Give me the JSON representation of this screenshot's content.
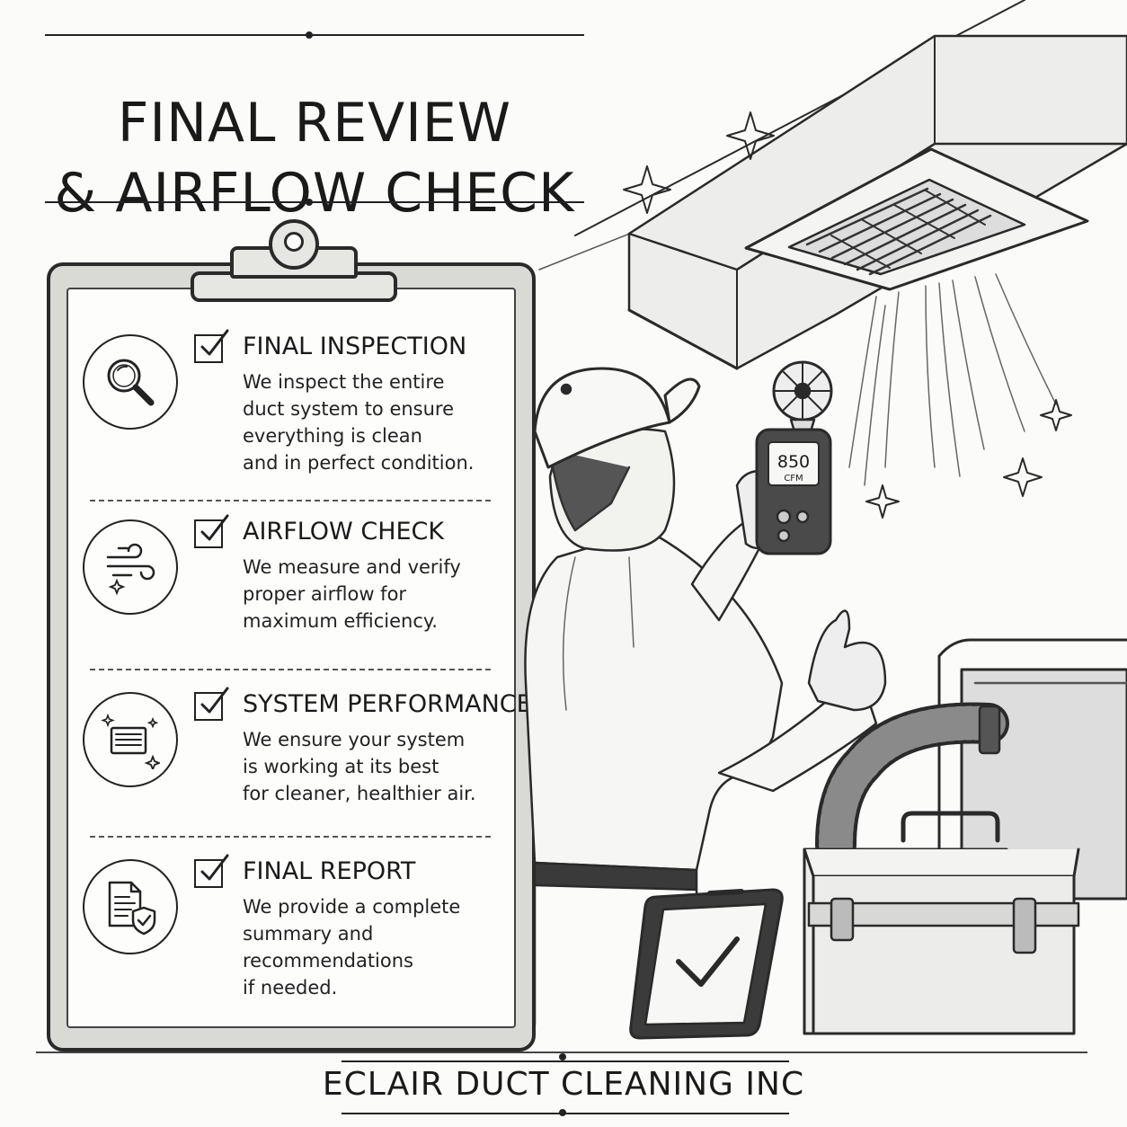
{
  "header": {
    "title_line1": "FINAL REVIEW",
    "title_line2": "& AIRFLOW CHECK"
  },
  "checklist": {
    "items": [
      {
        "icon": "magnifier-icon",
        "heading": "FINAL INSPECTION",
        "lines": [
          "We inspect the entire",
          "duct system to ensure",
          "everything is clean",
          "and in perfect condition."
        ]
      },
      {
        "icon": "airflow-icon",
        "heading": "AIRFLOW CHECK",
        "lines": [
          "We measure and verify",
          "proper airflow for",
          "maximum efficiency."
        ]
      },
      {
        "icon": "vent-sparkle-icon",
        "heading": "SYSTEM PERFORMANCE",
        "lines": [
          "We ensure your system",
          "is working at its best",
          "for cleaner, healthier air."
        ]
      },
      {
        "icon": "report-shield-icon",
        "heading": "FINAL REPORT",
        "lines": [
          "We provide a complete",
          "summary and",
          "recommendations",
          "if needed."
        ]
      }
    ]
  },
  "meter": {
    "value": "850",
    "unit": "CFM"
  },
  "footer": {
    "company": "ECLAIR DUCT CLEANING INC"
  }
}
